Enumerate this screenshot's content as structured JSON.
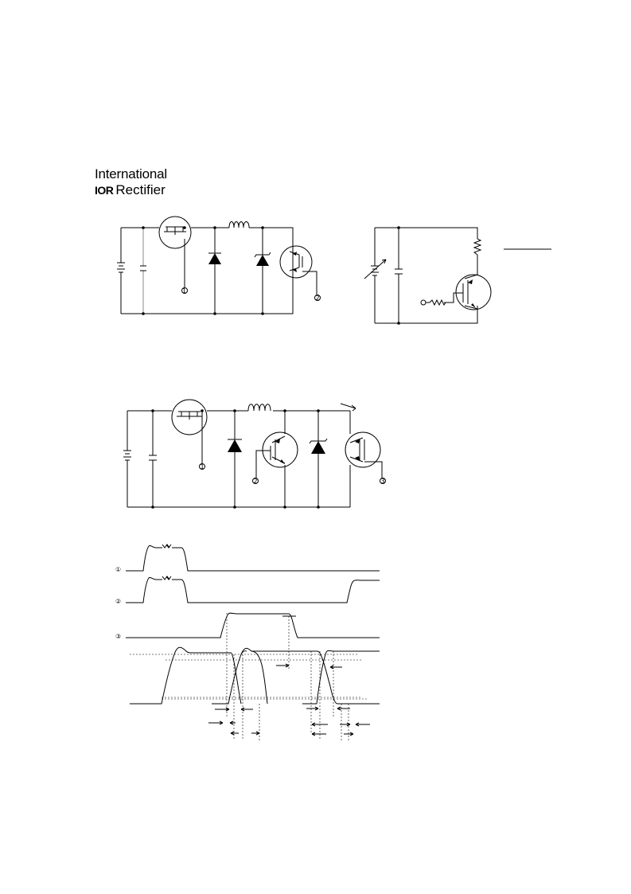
{
  "header": {
    "brand_line1": "International",
    "brand_mark": "IOR",
    "brand_line2": "Rectifier"
  },
  "markers": {
    "one": "①",
    "two": "②",
    "three": "③"
  }
}
